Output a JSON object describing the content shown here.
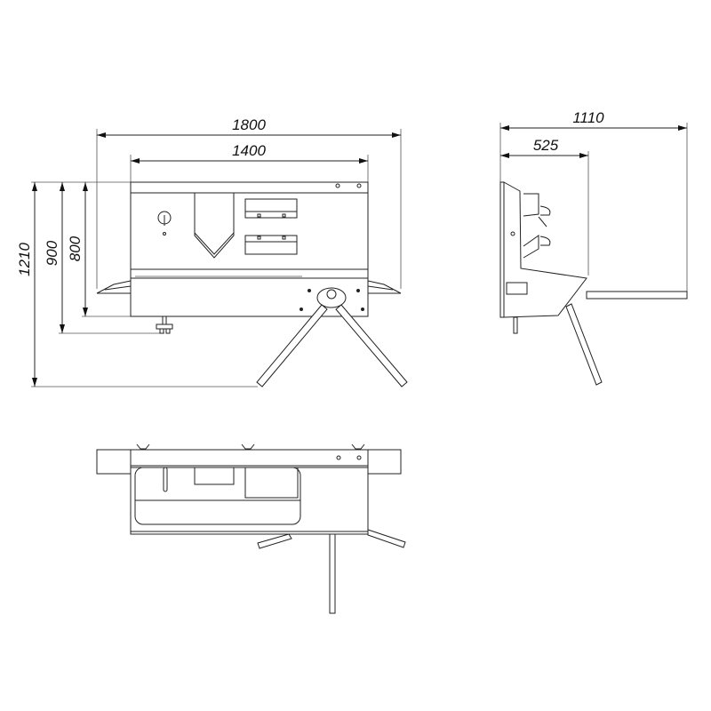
{
  "drawing": {
    "front_view": {
      "width_overall": "1800",
      "width_body": "1400",
      "height_total": "1210",
      "height_foot": "900",
      "height_body": "800"
    },
    "side_view": {
      "depth_overall": "1110",
      "depth_body": "525"
    },
    "top_view": {}
  },
  "colors": {
    "line": "#222222",
    "background": "#ffffff"
  }
}
